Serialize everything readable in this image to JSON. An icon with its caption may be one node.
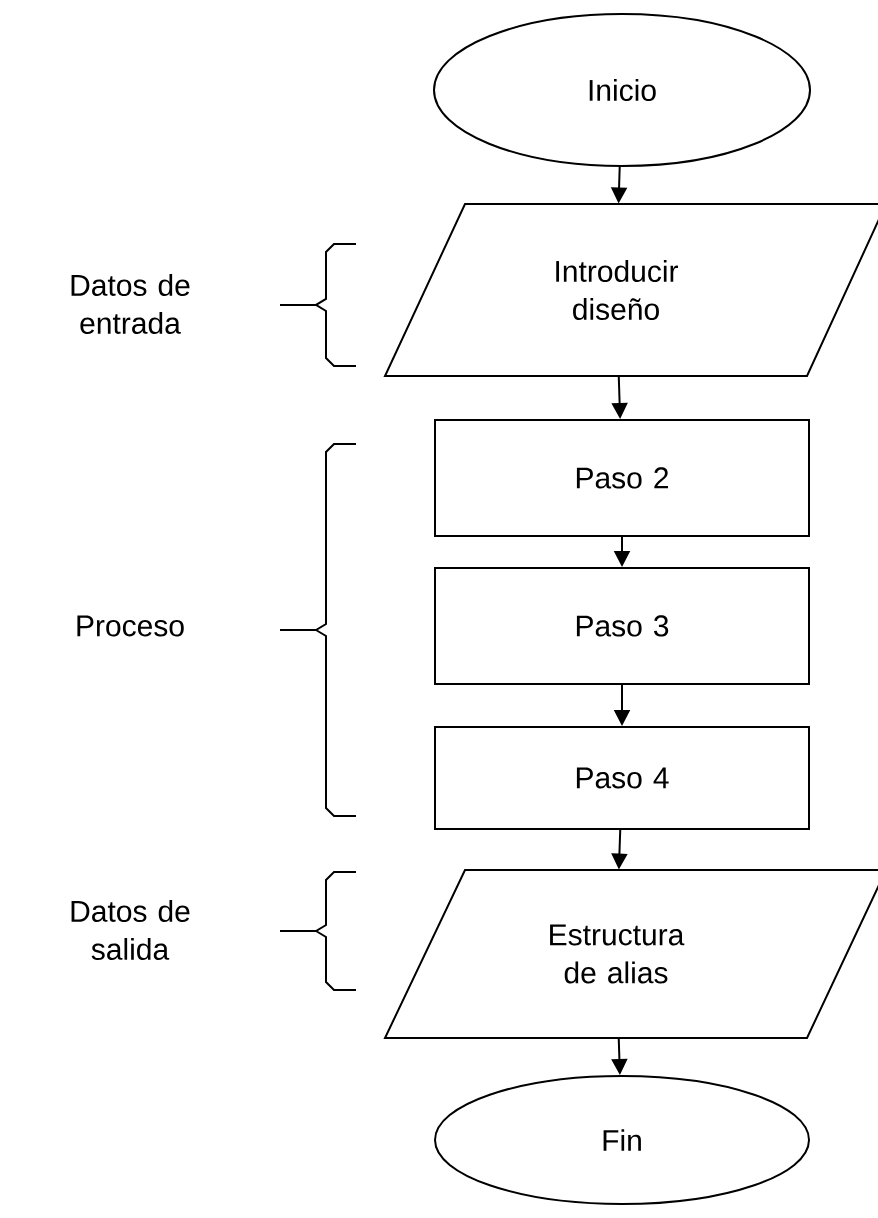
{
  "diagram": {
    "nodes": [
      {
        "text": [
          "Inicio"
        ]
      },
      {
        "text": [
          "Introducir diseño"
        ]
      },
      {
        "text": [
          "Paso 2"
        ]
      },
      {
        "text": [
          "Paso 3"
        ]
      },
      {
        "text": [
          "Paso 4"
        ]
      },
      {
        "text": [
          "Estructura de alias"
        ]
      },
      {
        "text": [
          "Fin"
        ]
      }
    ],
    "edges": [
      {
        "from": 0,
        "to": 1,
        "arrow": "to"
      },
      {
        "from": 1,
        "to": 2,
        "arrow": "to"
      },
      {
        "from": 2,
        "to": 3,
        "arrow": "to"
      },
      {
        "from": 3,
        "to": 4,
        "arrow": "to"
      },
      {
        "from": 4,
        "to": 5,
        "arrow": "to"
      },
      {
        "from": 5,
        "to": 6,
        "arrow": "to"
      }
    ],
    "labels": [
      "Datos de entrada",
      "Proceso",
      "Datos de salida"
    ]
  }
}
